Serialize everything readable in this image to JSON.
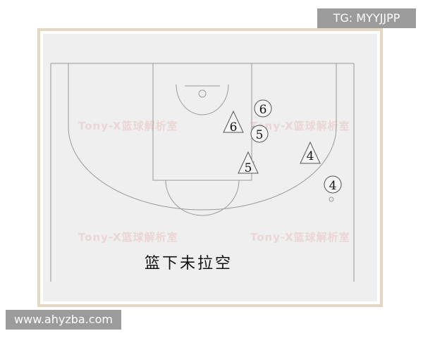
{
  "diagram": {
    "caption": "篮下未拉空",
    "watermark_text": "Tony-X篮球解析室",
    "players": [
      {
        "label": "6",
        "team": "offense",
        "shape": "circle"
      },
      {
        "label": "5",
        "team": "offense",
        "shape": "circle"
      },
      {
        "label": "4",
        "team": "offense",
        "shape": "circle"
      },
      {
        "label": "6",
        "team": "defense",
        "shape": "triangle"
      },
      {
        "label": "5",
        "team": "defense",
        "shape": "triangle"
      },
      {
        "label": "4",
        "team": "defense",
        "shape": "triangle"
      }
    ],
    "colors": {
      "frame": "#e3d8c4",
      "board": "#efefef",
      "court_lines": "#9a9a9a",
      "watermark": "#ead6d6",
      "overlay_tags": "#9b9b9b"
    }
  },
  "overlays": {
    "top_right": "TG: MYYJJPP",
    "bottom_left": "www.ahyzba.com"
  }
}
